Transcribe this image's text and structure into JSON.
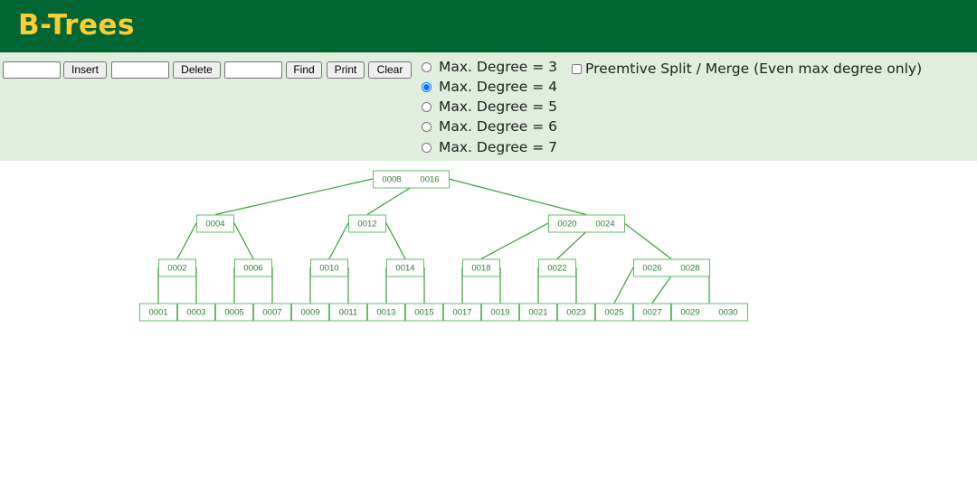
{
  "header": {
    "title": "B-Trees"
  },
  "controls": {
    "insert_label": "Insert",
    "delete_label": "Delete",
    "find_label": "Find",
    "print_label": "Print",
    "clear_label": "Clear",
    "insert_value": "",
    "delete_value": "",
    "find_value": ""
  },
  "degree_options": [
    {
      "label": "Max. Degree = 3",
      "checked": false
    },
    {
      "label": "Max. Degree = 4",
      "checked": true
    },
    {
      "label": "Max. Degree = 5",
      "checked": false
    },
    {
      "label": "Max. Degree = 6",
      "checked": false
    },
    {
      "label": "Max. Degree = 7",
      "checked": false
    }
  ],
  "preemptive": {
    "label": "Preemtive Split / Merge (Even max degree only)",
    "checked": false
  },
  "colors": {
    "header_bg": "#006633",
    "title": "#ffcc33",
    "panel_bg": "#dfeedd",
    "node_border": "#66bb6a",
    "node_text": "#2e7d32",
    "edge": "#3d9a3d"
  },
  "tree": {
    "keys": [
      "0008",
      "0016"
    ],
    "children": [
      {
        "keys": [
          "0004"
        ],
        "children": [
          {
            "keys": [
              "0002"
            ],
            "children": [
              {
                "keys": [
                  "0001"
                ]
              },
              {
                "keys": [
                  "0003"
                ]
              }
            ]
          },
          {
            "keys": [
              "0006"
            ],
            "children": [
              {
                "keys": [
                  "0005"
                ]
              },
              {
                "keys": [
                  "0007"
                ]
              }
            ]
          }
        ]
      },
      {
        "keys": [
          "0012"
        ],
        "children": [
          {
            "keys": [
              "0010"
            ],
            "children": [
              {
                "keys": [
                  "0009"
                ]
              },
              {
                "keys": [
                  "0011"
                ]
              }
            ]
          },
          {
            "keys": [
              "0014"
            ],
            "children": [
              {
                "keys": [
                  "0013"
                ]
              },
              {
                "keys": [
                  "0015"
                ]
              }
            ]
          }
        ]
      },
      {
        "keys": [
          "0020",
          "0024"
        ],
        "children": [
          {
            "keys": [
              "0018"
            ],
            "children": [
              {
                "keys": [
                  "0017"
                ]
              },
              {
                "keys": [
                  "0019"
                ]
              }
            ]
          },
          {
            "keys": [
              "0022"
            ],
            "children": [
              {
                "keys": [
                  "0021"
                ]
              },
              {
                "keys": [
                  "0023"
                ]
              }
            ]
          },
          {
            "keys": [
              "0026",
              "0028"
            ],
            "children": [
              {
                "keys": [
                  "0025"
                ]
              },
              {
                "keys": [
                  "0027"
                ]
              },
              {
                "keys": [
                  "0029",
                  "0030"
                ]
              }
            ]
          }
        ]
      }
    ]
  }
}
